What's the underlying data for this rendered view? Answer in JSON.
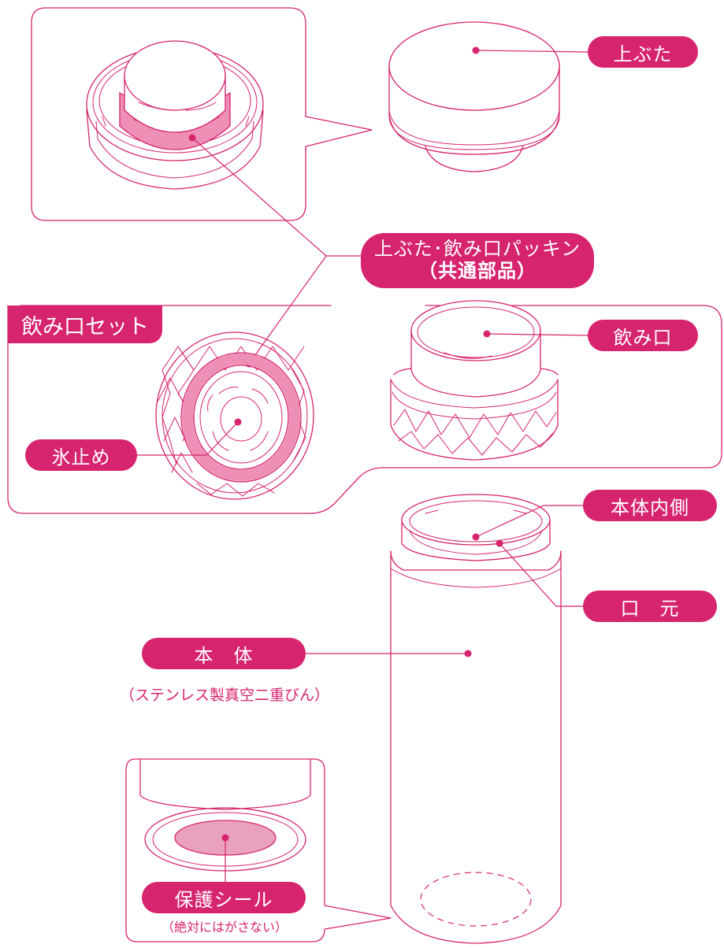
{
  "labels": {
    "top_lid": "上ぶた",
    "gasket_line1": "上ぶた･飲み口パッキン",
    "gasket_line2": "（共通部品）",
    "drinking_set": "飲み口セット",
    "spout": "飲み口",
    "ice_stopper": "氷止め",
    "body_inside": "本体内側",
    "mouth": "口　元",
    "body": "本　体",
    "body_note": "（ステンレス製真空二重びん）",
    "protect_seal": "保護シール",
    "seal_note": "（絶対にはがさない）"
  },
  "colors": {
    "accent": "#d6246e",
    "gasket_fill": "#ee8fb5",
    "seal_fill": "#e9a1be"
  }
}
